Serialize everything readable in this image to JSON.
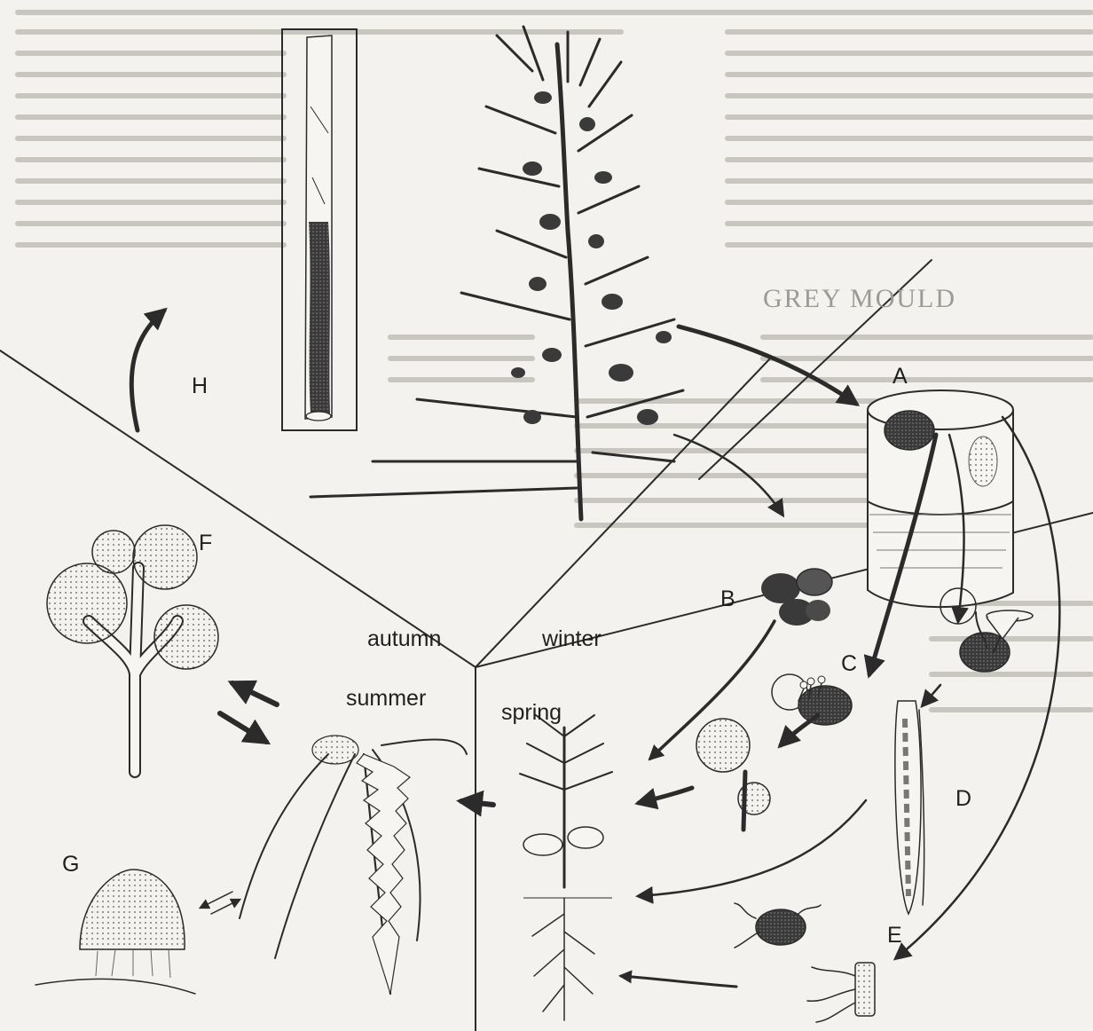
{
  "background_heading": "GREY MOULD",
  "seasons": {
    "autumn": "autumn",
    "winter": "winter",
    "spring": "spring",
    "summer": "summer"
  },
  "panels": {
    "A": "A",
    "B": "B",
    "C": "C",
    "D": "D",
    "E": "E",
    "F": "F",
    "G": "G",
    "H": "H"
  },
  "colors": {
    "ink": "#2b2b2b",
    "paper": "#f4f2ee",
    "bleed_text": "#c9c6c0",
    "stipple": "#555555"
  }
}
